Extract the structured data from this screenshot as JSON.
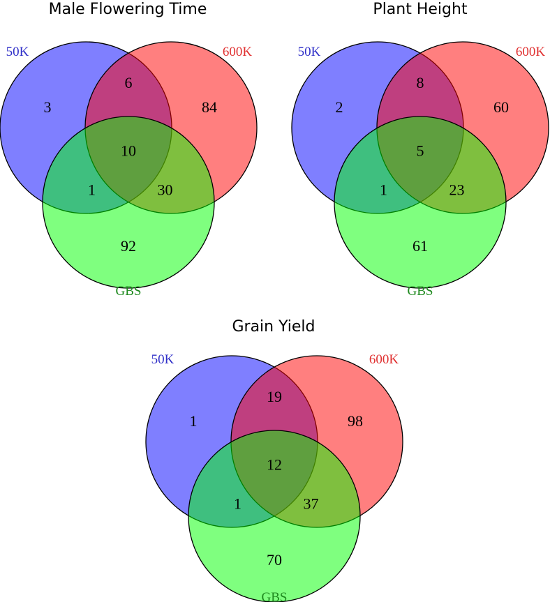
{
  "colors": {
    "set_50k": "#0000ff",
    "set_600k": "#ff0000",
    "set_gbs": "#00ff00",
    "label_50k": "#2f2fc8",
    "label_600k": "#e03030",
    "label_gbs": "#1f8a1f"
  },
  "venns": [
    {
      "title": "Male Flowering Time",
      "sets": {
        "a": "50K",
        "b": "600K",
        "c": "GBS"
      },
      "counts": {
        "a_only": "3",
        "ab": "6",
        "b_only": "84",
        "abc": "10",
        "ac": "1",
        "bc": "30",
        "c_only": "92"
      }
    },
    {
      "title": "Plant Height",
      "sets": {
        "a": "50K",
        "b": "600K",
        "c": "GBS"
      },
      "counts": {
        "a_only": "2",
        "ab": "8",
        "b_only": "60",
        "abc": "5",
        "ac": "1",
        "bc": "23",
        "c_only": "61"
      }
    },
    {
      "title": "Grain Yield",
      "sets": {
        "a": "50K",
        "b": "600K",
        "c": "GBS"
      },
      "counts": {
        "a_only": "1",
        "ab": "19",
        "b_only": "98",
        "abc": "12",
        "ac": "1",
        "bc": "37",
        "c_only": "70"
      }
    }
  ]
}
